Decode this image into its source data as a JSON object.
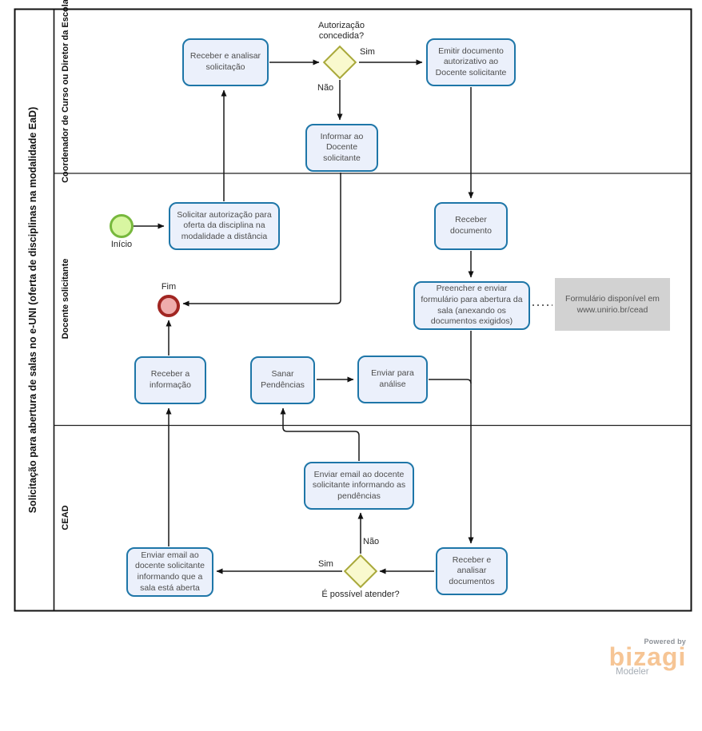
{
  "diagram": {
    "pool_title": "Solicitação para abertura de salas no e-UNI (oferta de disciplinas na modalidade EaD)",
    "lanes": [
      {
        "label": "Coordenador de Curso ou Diretor da Escola"
      },
      {
        "label": "Docente  solicitante"
      },
      {
        "label": "CEAD"
      }
    ]
  },
  "events": {
    "start_label": "Início",
    "end_label": "Fim"
  },
  "tasks": {
    "receber_analisar_solicitacao": "Receber  e analisar solicitação",
    "emitir_documento": "Emitir documento autorizativo ao Docente solicitante",
    "informar_docente": "Informar ao Docente solicitante",
    "solicitar_autorizacao": "Solicitar autorização para oferta da disciplina na modalidade a distância",
    "receber_documento": "Receber documento",
    "preencher_enviar_formulario": "Preencher e enviar formulário para abertura da sala (anexando os documentos exigidos)",
    "receber_informacao": "Receber a informação",
    "sanar_pendencias": "Sanar Pendências",
    "enviar_para_analise": "Enviar para análise",
    "enviar_email_pendencias": "Enviar email ao docente solicitante informando as pendências",
    "enviar_email_sala_aberta": "Enviar email ao docente solicitante informando que a sala está aberta",
    "receber_analisar_documentos": "Receber e analisar documentos"
  },
  "gateways": {
    "autorizacao_concedida": {
      "label": "Autorização concedida?",
      "yes_label": "Sim",
      "no_label": "Não"
    },
    "e_possivel_atender": {
      "label": "É possível atender?",
      "yes_label": "Sim",
      "no_label": "Não"
    }
  },
  "annotation": {
    "text": "Formulário disponível em www.unirio.br/cead"
  },
  "branding": {
    "powered_by": "Powered by",
    "logo": "bizagi",
    "subtitle": "Modeler"
  },
  "colors": {
    "task_fill": "#EBF0FB",
    "task_border": "#1E76A8",
    "gateway_fill": "#F9F9CE",
    "gateway_border": "#A9A93B",
    "start_fill": "#D8F6A1",
    "start_border": "#77B83D",
    "end_fill": "#EFACAC",
    "end_border": "#A12622",
    "annotation_fill": "#D2D2D2",
    "logo_orange": "#F6C595"
  }
}
